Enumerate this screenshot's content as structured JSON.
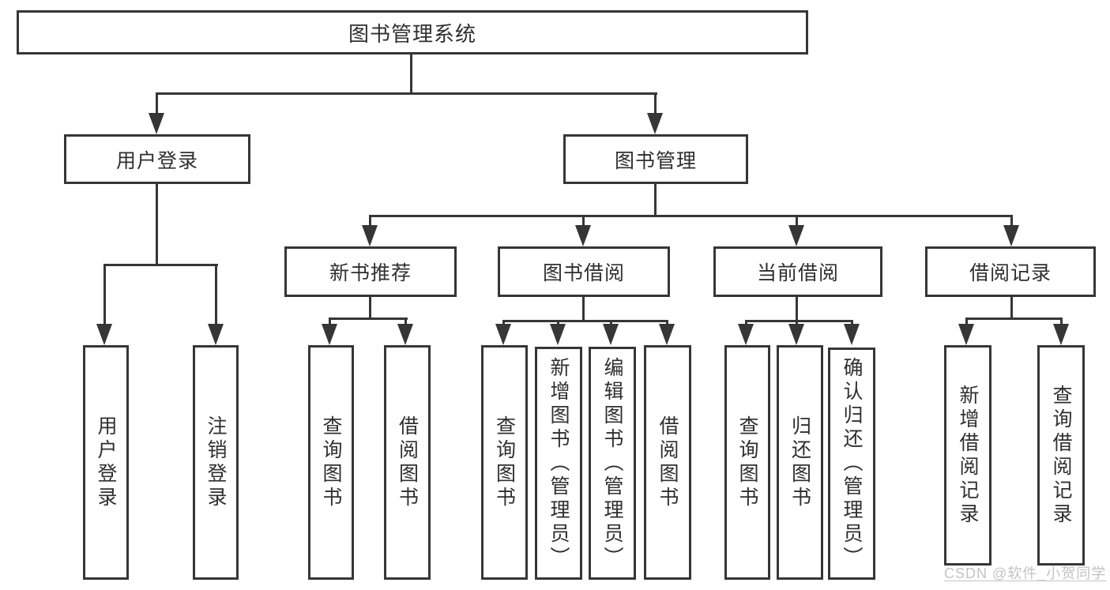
{
  "tree": {
    "root": {
      "label": "图书管理系统"
    },
    "branches": [
      {
        "label": "用户登录",
        "children": [
          {
            "label": "用户登录"
          },
          {
            "label": "注销登录"
          }
        ]
      },
      {
        "label": "图书管理",
        "children": [
          {
            "label": "新书推荐",
            "children": [
              {
                "label": "查询图书"
              },
              {
                "label": "借阅图书"
              }
            ]
          },
          {
            "label": "图书借阅",
            "children": [
              {
                "label": "查询图书"
              },
              {
                "label": "新增图书（管理员）"
              },
              {
                "label": "编辑图书（管理员）"
              },
              {
                "label": "借阅图书"
              }
            ]
          },
          {
            "label": "当前借阅",
            "children": [
              {
                "label": "查询图书"
              },
              {
                "label": "归还图书"
              },
              {
                "label": "确认归还（管理员）"
              }
            ]
          },
          {
            "label": "借阅记录",
            "children": [
              {
                "label": "新增借阅记录"
              },
              {
                "label": "查询借阅记录"
              }
            ]
          }
        ]
      }
    ]
  },
  "watermark": {
    "text": "CSDN @软件_小贺同学"
  },
  "colors": {
    "line": "#363636",
    "text": "#2f2f2f",
    "box_background": "#ffffff",
    "watermark": "#bfc3ca",
    "page_background": "#ffffff"
  }
}
